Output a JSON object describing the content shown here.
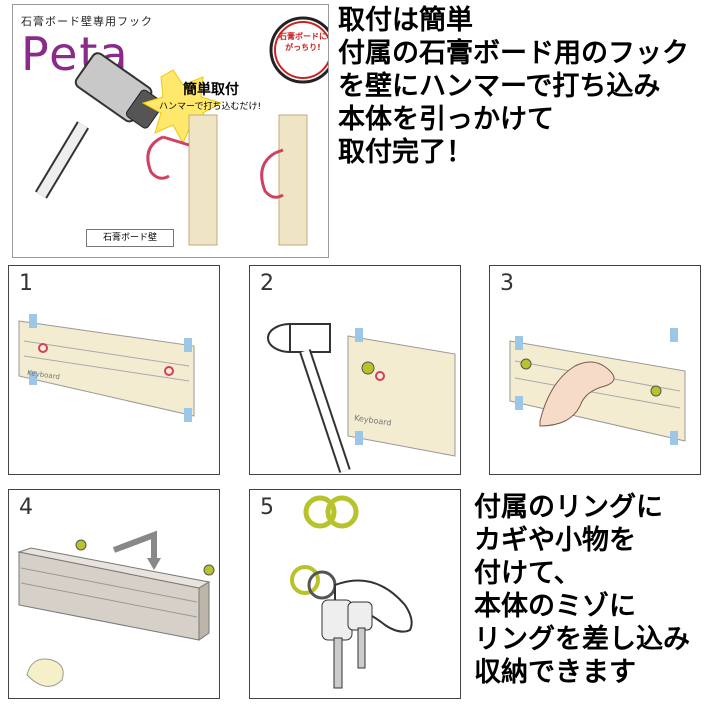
{
  "hero": {
    "caption": "石膏ボード壁専用フック",
    "logo": "Peta",
    "burst_line1": "簡単取付",
    "burst_line2": "ハンマーで打ち込むだけ!",
    "wall_label": "石膏ボード壁",
    "badge_text": "石膏ボードに がっちり!"
  },
  "intro_lines": [
    "取付は簡単",
    "付属の石膏ボード用のフック",
    "を壁にハンマーで打ち込み",
    "本体を引っかけて",
    "取付完了！"
  ],
  "steps": [
    {
      "num": "1",
      "board_text": "Keyboard"
    },
    {
      "num": "2",
      "board_text": "Keyboard"
    },
    {
      "num": "3"
    },
    {
      "num": "4"
    },
    {
      "num": "5"
    }
  ],
  "outro_lines": [
    "付属のリングに",
    "カギや小物を",
    "付けて、",
    "本体のミゾに",
    "リングを差し込み",
    "収納できます"
  ]
}
